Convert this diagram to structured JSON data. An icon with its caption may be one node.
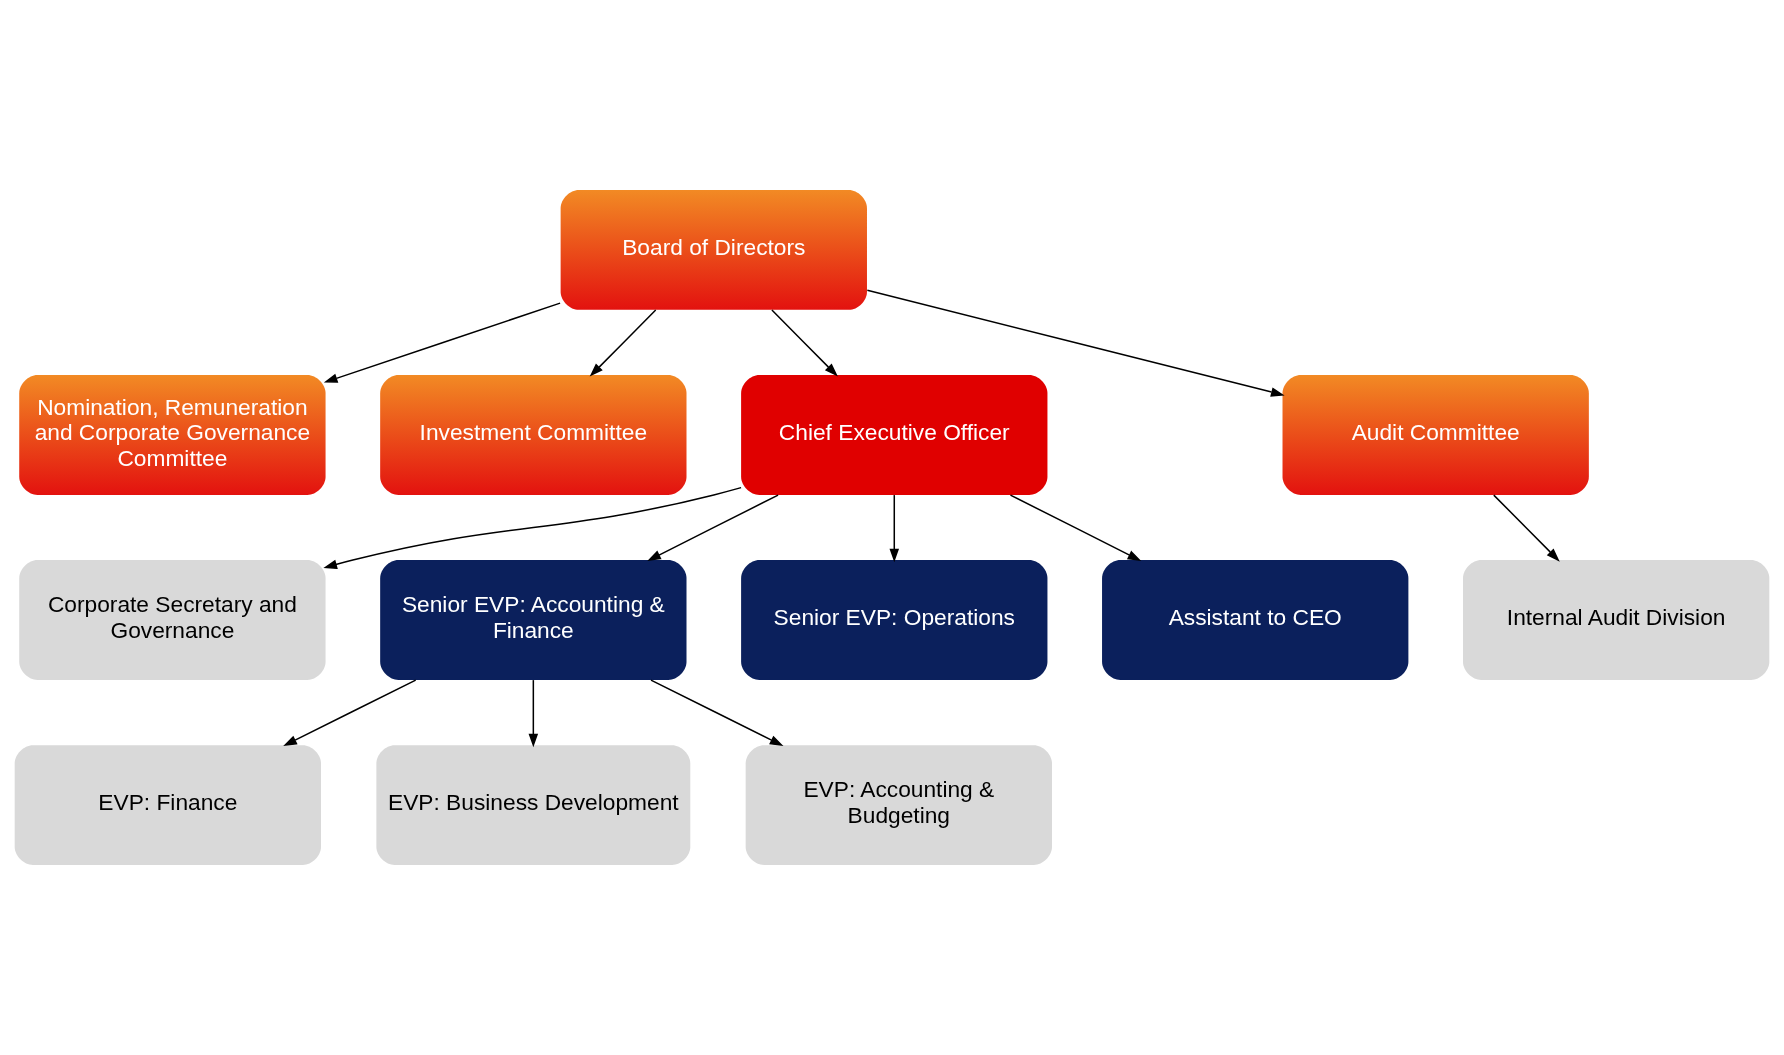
{
  "diagram": {
    "nodes": [
      {
        "text": [
          "Nomination, Remuneration and Corporate Governance Committee"
        ]
      },
      {
        "text": [
          "Board of Directors"
        ]
      },
      {
        "text": [
          "Investment Committee"
        ]
      },
      {
        "text": [
          "Chief Executive Officer"
        ]
      },
      {
        "text": [
          "Audit Committee"
        ]
      },
      {
        "text": [
          "Corporate Secretary and Governance"
        ]
      },
      {
        "text": [
          "Internal Audit Division"
        ]
      },
      {
        "text": [
          "Senior EVP: Accounting & Finance"
        ]
      },
      {
        "text": [
          "Senior EVP: Operations"
        ]
      },
      {
        "text": [
          "Assistant to CEO"
        ]
      },
      {
        "text": [
          "EVP: Finance"
        ]
      },
      {
        "text": [
          "EVP: Business Development"
        ]
      },
      {
        "text": [
          "EVP: Accounting & Budgeting"
        ]
      }
    ],
    "edges": [
      {
        "from": 1,
        "to": 3,
        "arrow": "to"
      },
      {
        "from": 1,
        "to": 0,
        "arrow": "to"
      },
      {
        "from": 1,
        "to": 2,
        "arrow": "to"
      },
      {
        "from": 1,
        "to": 4,
        "arrow": "to"
      },
      {
        "from": 4,
        "to": 6,
        "arrow": "to"
      },
      {
        "from": 3,
        "to": 5,
        "arrow": "to"
      },
      {
        "from": 3,
        "to": 7,
        "arrow": "to"
      },
      {
        "from": 3,
        "to": 8,
        "arrow": "to"
      },
      {
        "from": 3,
        "to": 9,
        "arrow": "to"
      },
      {
        "from": 7,
        "to": 10,
        "arrow": "to"
      },
      {
        "from": 7,
        "to": 11,
        "arrow": "to"
      },
      {
        "from": 7,
        "to": 12,
        "arrow": "to"
      }
    ]
  }
}
